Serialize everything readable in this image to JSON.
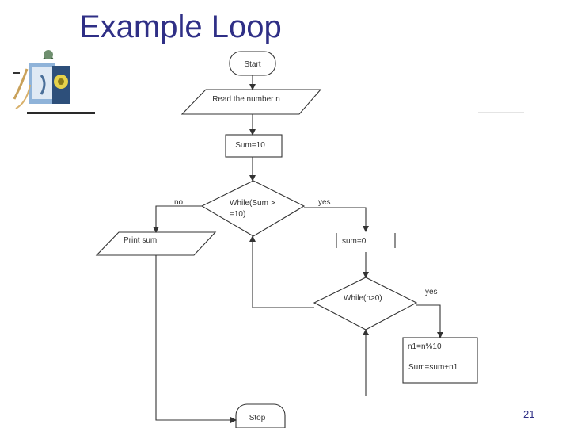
{
  "title": "Example Loop",
  "slide_number": "21",
  "flowchart": {
    "start_label": "Start",
    "read_label": "Read the number n",
    "sum_init_label": "Sum=10",
    "outer_cond_line1": "While(Sum >",
    "outer_cond_line2": "=10)",
    "no_label": "no",
    "yes_label_outer": "yes",
    "print_label": "Print sum",
    "sum_zero_label": "sum=0",
    "inner_cond_label": "While(n>0)",
    "yes_label_inner": "yes",
    "body_line1": "n1=n%10",
    "body_line2": "Sum=sum+n1",
    "stop_label": "Stop"
  },
  "colors": {
    "title": "#2f2f86",
    "line": "#333333"
  }
}
